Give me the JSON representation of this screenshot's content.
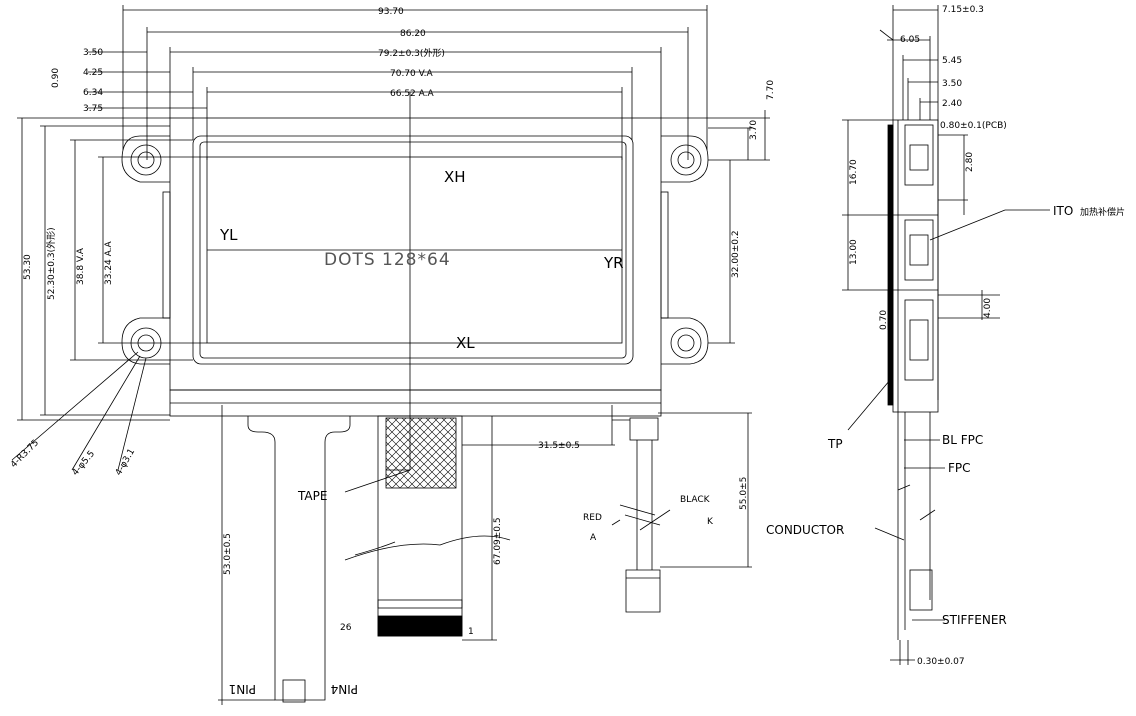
{
  "drawing": {
    "dims_top": {
      "overall": "93.70",
      "holes": "86.20",
      "glass": "79.2±0.3(外形)",
      "va": "70.70 V.A",
      "aa": "66.52 A.A",
      "off1": "3.50",
      "off2": "4.25",
      "off3": "6.34",
      "off4": "3.75",
      "top_090": "0.90",
      "right_770": "7.70",
      "right_370": "3.70"
    },
    "dims_left": {
      "overall": "53.30",
      "outline": "52.30±0.3(外形)",
      "va": "38.8 V.A",
      "aa": "33.24 A.A"
    },
    "dims_right_holes": "32.00±0.2",
    "labels": {
      "xh": "XH",
      "xl": "XL",
      "yl": "YL",
      "yr": "YR",
      "dots": "DOTS 128*64",
      "tape": "TAPE",
      "hole_r": "4-R3.75",
      "hole_d55": "4-φ5.5",
      "hole_d31": "4-φ3.1",
      "fpc_len": "53.0±0.5",
      "fpc_len2": "67.09±0.5",
      "pin1": "PIN1",
      "pin4": "PIN4",
      "pin26": "26",
      "pin_1": "1",
      "wire_offset": "31.5±0.5",
      "wire_len": "55.0±5",
      "red": "RED",
      "a": "A",
      "black": "BLACK",
      "k": "K"
    },
    "side": {
      "t_total": "7.15±0.3",
      "t_605": "6.05",
      "t_545": "5.45",
      "t_350": "3.50",
      "t_240": "2.40",
      "pcb": "0.80±0.1(PCB)",
      "h_1670": "16.70",
      "h_280": "2.80",
      "h_1300": "13.00",
      "h_400": "4.00",
      "h_070": "0.70",
      "ito": "ITO",
      "ito_cn": "加热补偿片",
      "tp": "TP",
      "bl_fpc": "BL FPC",
      "fpc": "FPC",
      "conductor": "CONDUCTOR",
      "stiffener": "STIFFENER",
      "bottom": "0.30±0.07"
    }
  }
}
